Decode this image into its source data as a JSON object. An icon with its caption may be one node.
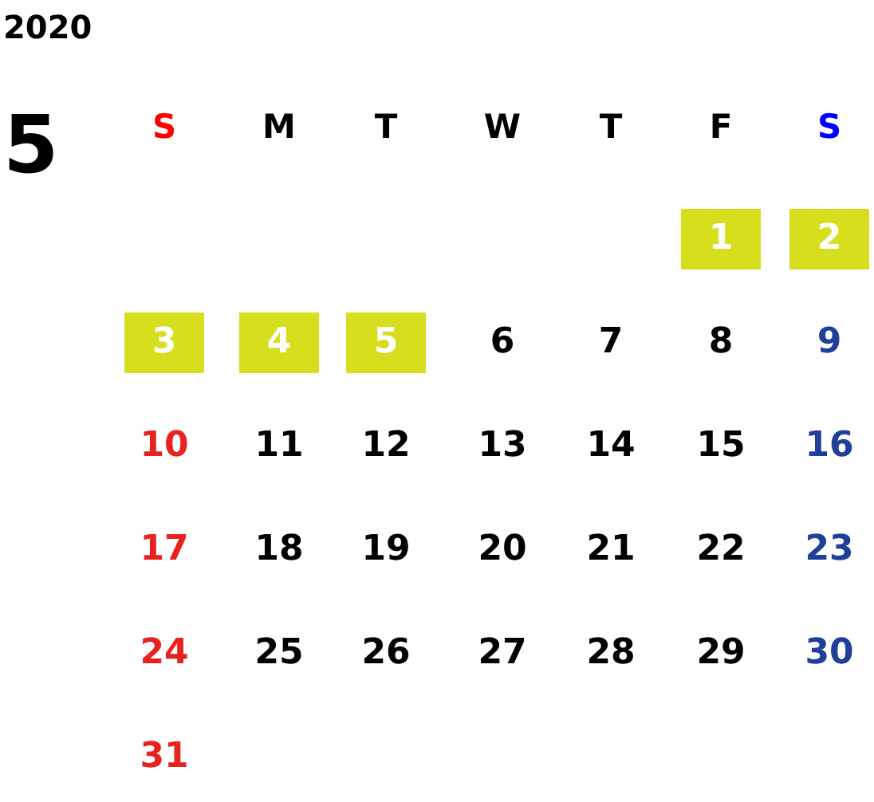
{
  "diagram": {
    "title": "2020",
    "nodes": [
      {
        "text": [
          "1"
        ]
      },
      {
        "text": [
          "2"
        ]
      },
      {
        "text": [
          "3"
        ]
      },
      {
        "text": [
          "4"
        ]
      },
      {
        "text": [
          "5"
        ]
      }
    ],
    "labels": [
      "5",
      "S",
      "M",
      "T",
      "W",
      "T",
      "F",
      "S",
      "6",
      "7",
      "8",
      "9",
      "10",
      "11",
      "12",
      "13",
      "14",
      "15",
      "16",
      "17",
      "18",
      "19",
      "20",
      "21",
      "22",
      "23",
      "24",
      "25",
      "26",
      "27",
      "28",
      "29",
      "30",
      "31"
    ]
  }
}
